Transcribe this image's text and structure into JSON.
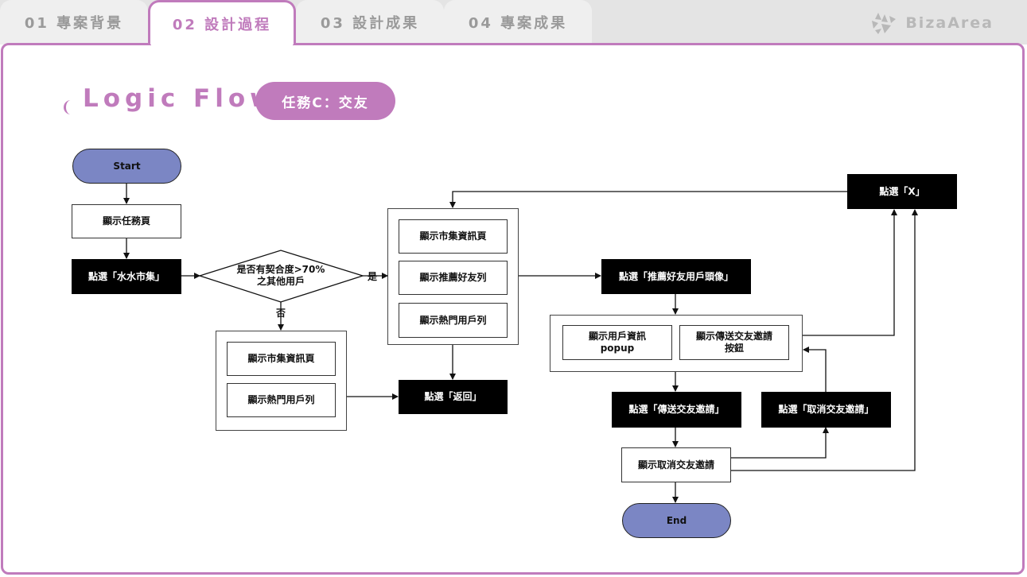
{
  "tabs": [
    {
      "label": "01 專案背景"
    },
    {
      "label": "02 設計過程"
    },
    {
      "label": "03 設計成果"
    },
    {
      "label": "04 專案成果"
    }
  ],
  "brand": {
    "name": "BizaArea",
    "icon": "bizaarea-logo-icon"
  },
  "header": {
    "title": "Logic Flow",
    "task_label": "任務C：交友"
  },
  "colors": {
    "accent": "#c07bbc",
    "terminal": "#7b86c4"
  },
  "flow": {
    "start": "Start",
    "show_task_page": "顯示任務頁",
    "click_market": "點選「水水市集」",
    "decision": "是否有契合度>70%\n之其他用戶",
    "yes": "是",
    "no": "否",
    "yes_branch": {
      "show_market_info": "顯示市集資訊頁",
      "show_recommended": "顯示推薦好友列",
      "show_popular": "顯示熱門用戶列"
    },
    "no_branch": {
      "show_market_info": "顯示市集資訊頁",
      "show_popular": "顯示熱門用戶列"
    },
    "click_back": "點選「返回」",
    "click_avatar": "點選「推薦好友用戶頭像」",
    "popup": {
      "user_info": "顯示用戶資訊\npopup",
      "send_invite_button": "顯示傳送交友邀請\n按鈕"
    },
    "click_x": "點選「X」",
    "click_send_invite": "點選「傳送交友邀請」",
    "click_cancel_invite": "點選「取消交友邀請」",
    "show_cancel_invite": "顯示取消交友邀請",
    "end": "End"
  }
}
